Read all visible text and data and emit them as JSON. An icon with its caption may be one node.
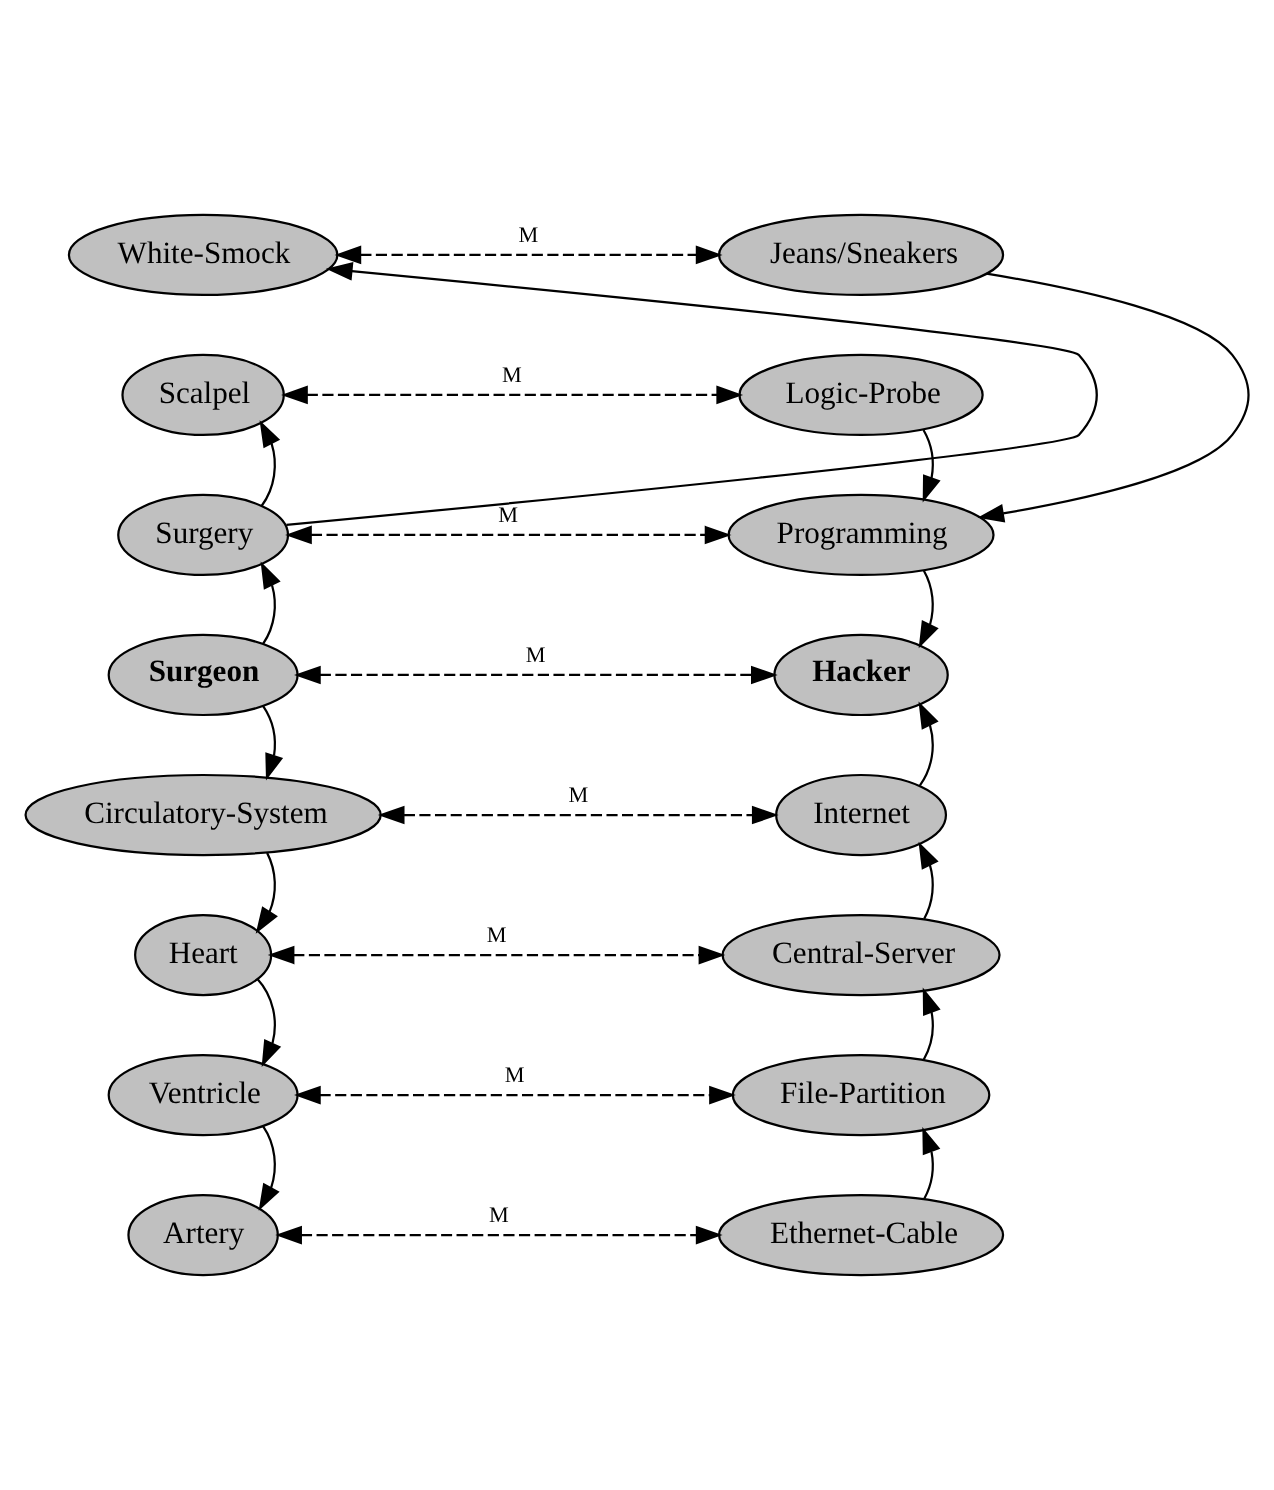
{
  "diagram": {
    "nodes": [
      {
        "text": [
          "White-Smock"
        ]
      },
      {
        "text": [
          "Jeans/Sneakers"
        ]
      },
      {
        "text": [
          "Scalpel"
        ]
      },
      {
        "text": [
          "Logic-Probe"
        ]
      },
      {
        "text": [
          "Surgery"
        ]
      },
      {
        "text": [
          "Programming"
        ]
      },
      {
        "text": [
          "Surgeon"
        ]
      },
      {
        "text": [
          "Hacker"
        ]
      },
      {
        "text": [
          "Circulatory-System"
        ]
      },
      {
        "text": [
          "Internet"
        ]
      },
      {
        "text": [
          "Heart"
        ]
      },
      {
        "text": [
          "Central-Server"
        ]
      },
      {
        "text": [
          "Ventricle"
        ]
      },
      {
        "text": [
          "File-Partition"
        ]
      },
      {
        "text": [
          "Artery"
        ]
      },
      {
        "text": [
          "Ethernet-Cable"
        ]
      }
    ],
    "edges": [
      {
        "from": 0,
        "to": 1,
        "arrow": "both",
        "label": "M",
        "style": "dashed"
      },
      {
        "from": 2,
        "to": 3,
        "arrow": "both",
        "label": "M",
        "style": "dashed"
      },
      {
        "from": 4,
        "to": 5,
        "arrow": "both",
        "label": "M",
        "style": "dashed"
      },
      {
        "from": 6,
        "to": 7,
        "arrow": "both",
        "label": "M",
        "style": "dashed"
      },
      {
        "from": 8,
        "to": 9,
        "arrow": "both",
        "label": "M",
        "style": "dashed"
      },
      {
        "from": 10,
        "to": 11,
        "arrow": "both",
        "label": "M",
        "style": "dashed"
      },
      {
        "from": 12,
        "to": 13,
        "arrow": "both",
        "label": "M",
        "style": "dashed"
      },
      {
        "from": 14,
        "to": 15,
        "arrow": "both",
        "label": "M",
        "style": "dashed"
      },
      {
        "from": 4,
        "to": 0,
        "arrow": "to"
      },
      {
        "from": 4,
        "to": 2,
        "arrow": "to"
      },
      {
        "from": 1,
        "to": 5,
        "arrow": "to"
      },
      {
        "from": 3,
        "to": 5,
        "arrow": "to"
      },
      {
        "from": 6,
        "to": 4,
        "arrow": "to"
      },
      {
        "from": 5,
        "to": 7,
        "arrow": "to"
      },
      {
        "from": 6,
        "to": 8,
        "arrow": "to"
      },
      {
        "from": 9,
        "to": 7,
        "arrow": "to"
      },
      {
        "from": 8,
        "to": 10,
        "arrow": "to"
      },
      {
        "from": 11,
        "to": 9,
        "arrow": "to"
      },
      {
        "from": 10,
        "to": 12,
        "arrow": "to"
      },
      {
        "from": 13,
        "to": 11,
        "arrow": "to"
      },
      {
        "from": 12,
        "to": 14,
        "arrow": "to"
      },
      {
        "from": 15,
        "to": 13,
        "arrow": "to"
      }
    ]
  }
}
